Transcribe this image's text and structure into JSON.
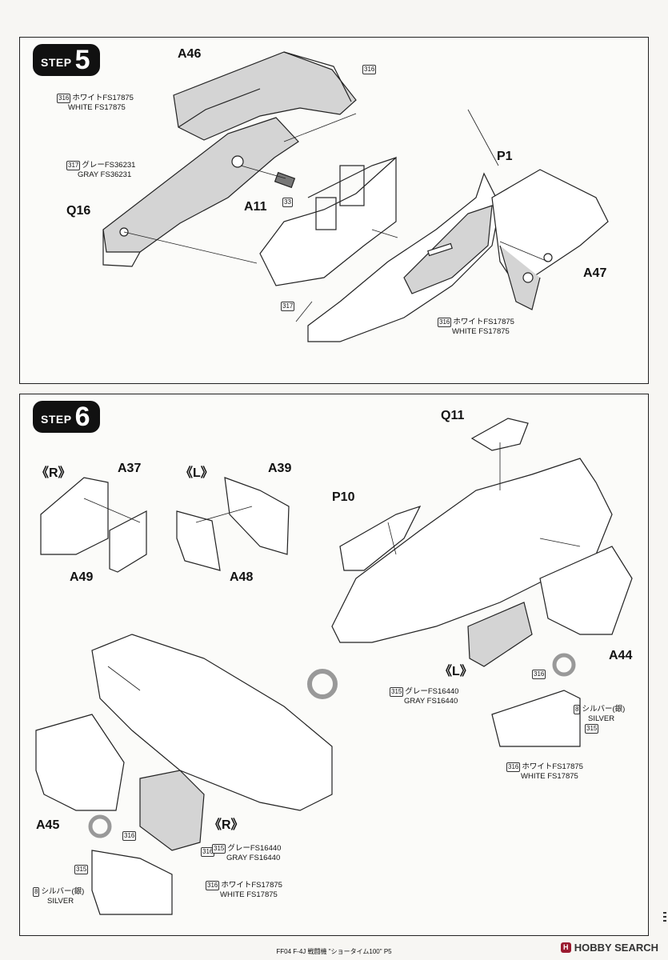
{
  "step5": {
    "step_word": "STEP",
    "step_num": "5",
    "labels": {
      "a46": "A46",
      "p1": "P1",
      "q16": "Q16",
      "a11": "A11",
      "a47": "A47"
    },
    "tags": {
      "t316a": "316",
      "t33": "33",
      "t317": "317"
    },
    "notes": {
      "white_left": {
        "code": "316",
        "ja": "ホワイトFS17875",
        "en": "WHITE FS17875"
      },
      "gray": {
        "code": "317",
        "ja": "グレーFS36231",
        "en": "GRAY FS36231"
      },
      "white_bottom": {
        "code": "316",
        "ja": "ホワイトFS17875",
        "en": "WHITE FS17875"
      }
    }
  },
  "step6": {
    "step_word": "STEP",
    "step_num": "6",
    "labels": {
      "r_left": "《R》",
      "a37": "A37",
      "l_mid": "《L》",
      "a39": "A39",
      "a49": "A49",
      "a48": "A48",
      "q11": "Q11",
      "p10": "P10",
      "a44": "A44",
      "l_right": "《L》",
      "a45": "A45",
      "r_bottom": "《R》"
    },
    "tags": {
      "t316r": "316",
      "t315r": "315",
      "t316b": "316",
      "t315b": "315",
      "t316c": "316"
    },
    "notes": {
      "gray_right": {
        "code": "315",
        "ja": "グレーFS16440",
        "en": "GRAY FS16440"
      },
      "silver_right": {
        "code": "8",
        "ja": "シルバー(銀)",
        "en": "SILVER"
      },
      "white_right": {
        "code": "316",
        "ja": "ホワイトFS17875",
        "en": "WHITE FS17875"
      },
      "gray_bottom": {
        "code": "315",
        "ja": "グレーFS16440",
        "en": "GRAY FS16440"
      },
      "silver_left": {
        "code": "8",
        "ja": "シルバー(銀)",
        "en": "SILVER"
      },
      "white_bottom": {
        "code": "316",
        "ja": "ホワイトFS17875",
        "en": "WHITE FS17875"
      }
    }
  },
  "footer": {
    "text": "FF04 F-4J 戦闘機 \"ショータイム100\" P5"
  },
  "brand": {
    "mark": "H",
    "name": "HOBBY SEARCH"
  },
  "colors": {
    "fill_gray": "#d4d4d4",
    "ink": "#222222",
    "badge": "#111111",
    "brand": "#9b1b30"
  }
}
